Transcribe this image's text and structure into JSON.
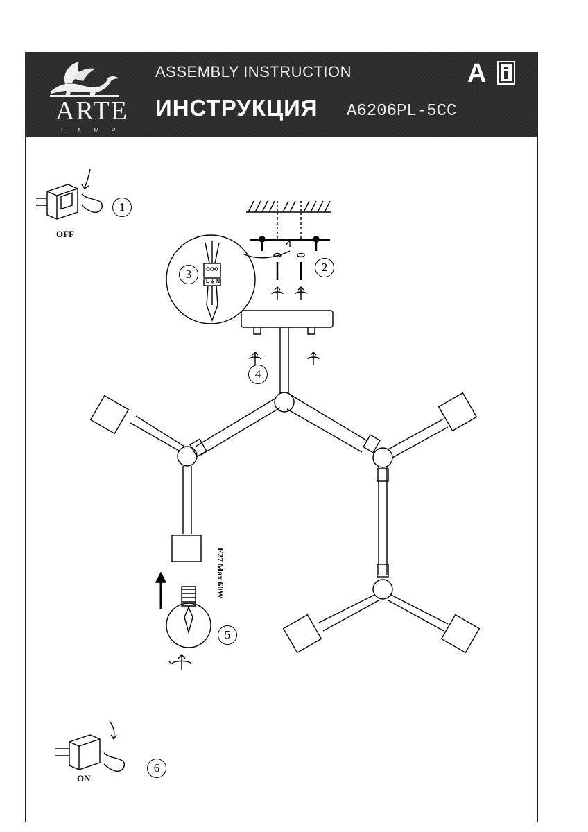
{
  "header": {
    "brand": "ARTE",
    "brand_sub": "LAMP",
    "title_en": "ASSEMBLY INSTRUCTION",
    "title_ru": "ИНСТРУКЦИЯ",
    "model": "A6206PL-5CC",
    "version_letter": "A",
    "info_icon": "info-book-icon"
  },
  "labels": {
    "switch_off": "OFF",
    "switch_on": "ON",
    "bulb_spec": "E27 Max 60W",
    "terminal": "L ⏚ N"
  },
  "steps": [
    "1",
    "2",
    "3",
    "4",
    "5",
    "6"
  ],
  "icons": [
    "griffin-logo-icon",
    "switch-off-icon",
    "switch-on-icon",
    "screw-rotate-icon",
    "bulb-icon",
    "arrow-up-icon"
  ],
  "colors": {
    "header_bg": "#2b2b2b",
    "header_text": "#ffffff",
    "line": "#000000"
  }
}
